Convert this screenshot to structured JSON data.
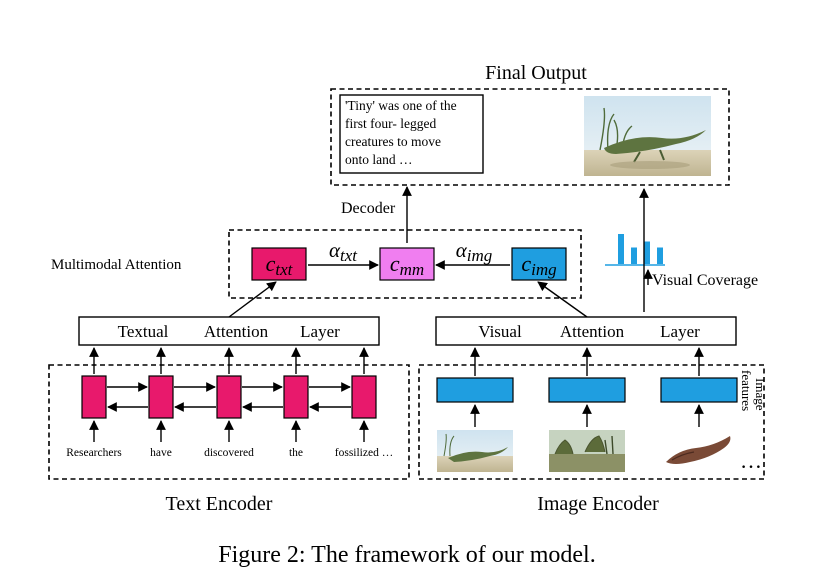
{
  "final_output": {
    "title": "Final Output",
    "summary_lines": [
      "'Tiny' was one of the",
      "first four- legged",
      "creatures to move",
      "onto land …"
    ]
  },
  "decoder_label": "Decoder",
  "multimodal_attention": {
    "label": "Multimodal Attention",
    "c_txt": {
      "base": "c",
      "sub": "txt",
      "color": "#e8196c"
    },
    "c_mm": {
      "base": "c",
      "sub": "mm",
      "color": "#f07ef0"
    },
    "c_img": {
      "base": "c",
      "sub": "img",
      "color": "#1f9ee0"
    },
    "alpha_txt": {
      "base": "α",
      "sub": "txt"
    },
    "alpha_img": {
      "base": "α",
      "sub": "img"
    }
  },
  "visual_coverage": {
    "label": "Visual Coverage",
    "bar_levels": [
      1.0,
      0.55,
      0.75,
      0.55
    ],
    "color": "#1f9ee0"
  },
  "textual_attention_layer": {
    "words": [
      "Textual",
      "Attention",
      "Layer"
    ]
  },
  "visual_attention_layer": {
    "words": [
      "Visual",
      "Attention",
      "Layer"
    ]
  },
  "text_encoder": {
    "label": "Text Encoder",
    "words": [
      "Researchers",
      "have",
      "discovered",
      "the",
      "fossilized …"
    ],
    "cell_color": "#e8196c"
  },
  "image_encoder": {
    "label": "Image Encoder",
    "side_label_lines": [
      "Image",
      "features"
    ],
    "ellipsis": "…",
    "cell_color": "#1f9ee0"
  },
  "caption": "Figure 2: The framework of our model."
}
